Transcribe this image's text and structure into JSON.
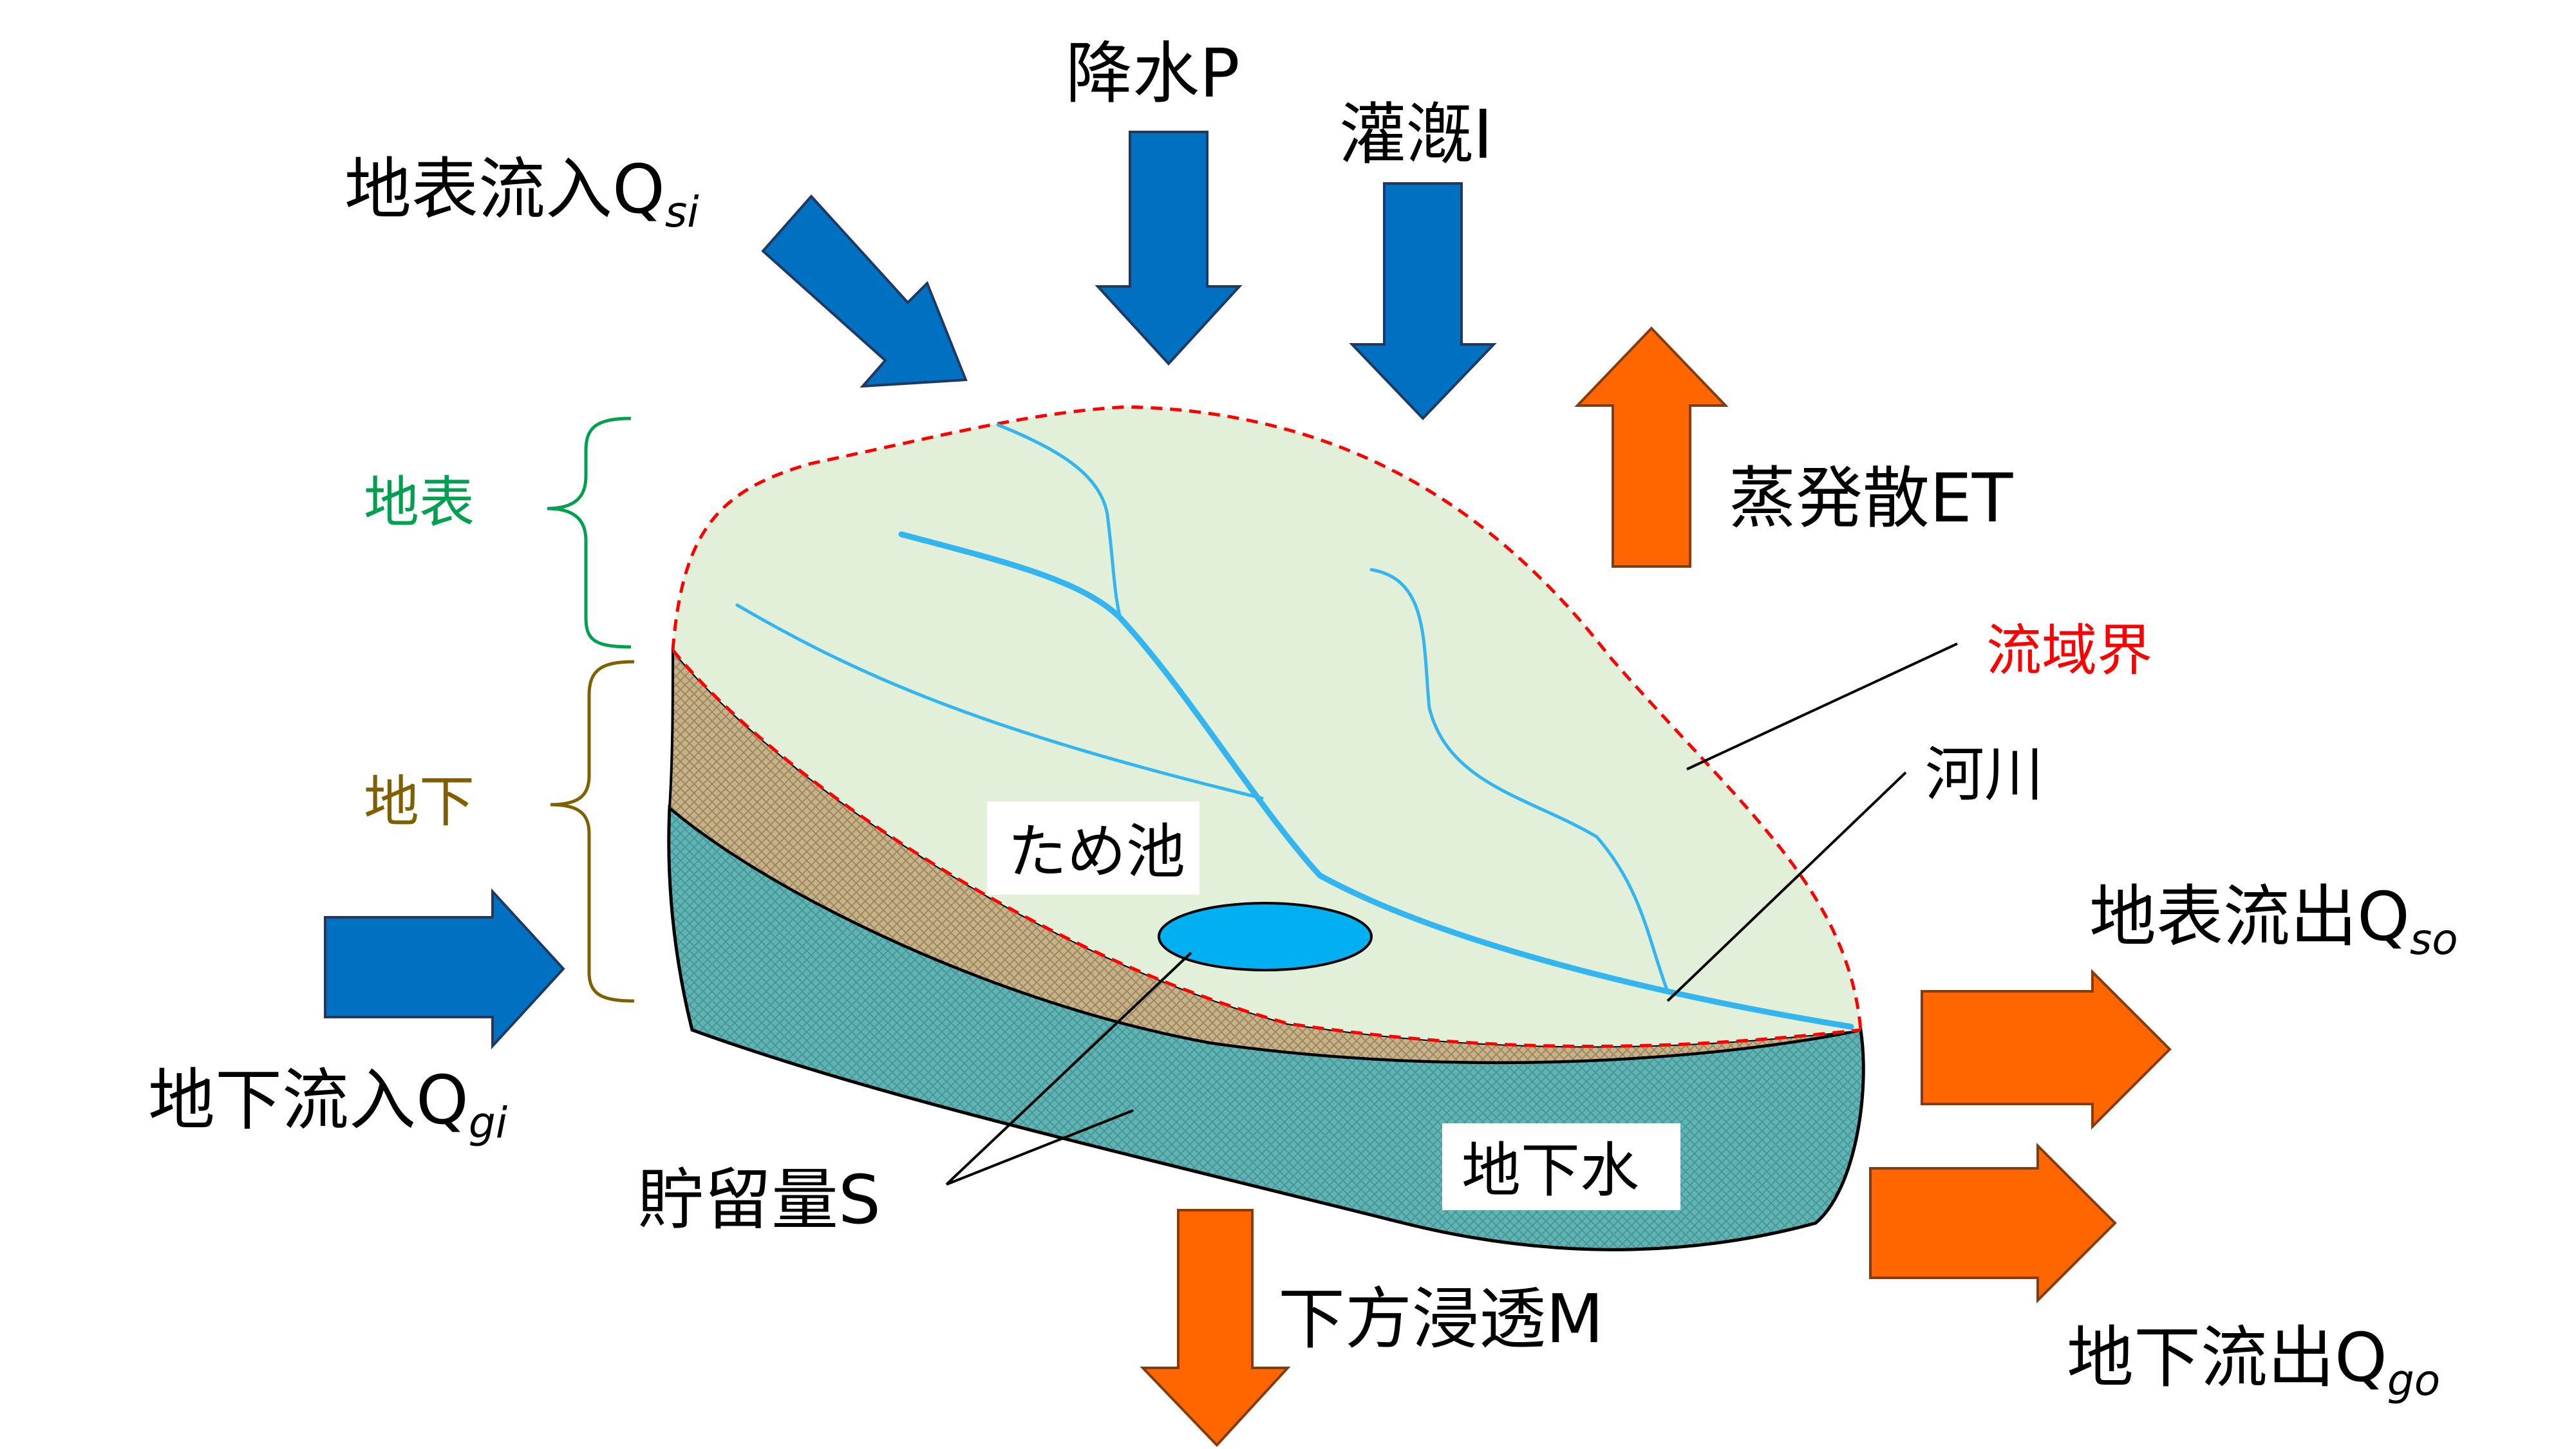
{
  "labels": {
    "surface_inflow": "地表流入Q",
    "surface_inflow_sub": "si",
    "precipitation": "降水P",
    "irrigation": "灌漑I",
    "evapotranspiration": "蒸発散ET",
    "layer_surface": "地表",
    "layer_subsurface": "地下",
    "basin_boundary": "流域界",
    "river": "河川",
    "pond": "ため池",
    "surface_outflow": "地表流出Q",
    "surface_outflow_sub": "so",
    "groundwater_inflow": "地下流入Q",
    "groundwater_inflow_sub": "gi",
    "storage": "貯留量S",
    "groundwater": "地下水",
    "percolation": "下方浸透M",
    "groundwater_outflow": "地下流出Q",
    "groundwater_outflow_sub": "go"
  },
  "colors": {
    "inflow_arrow": "#0070c0",
    "outflow_arrow": "#ff6600",
    "surface_fill": "#e2efd9",
    "soil_fill": "#c4ad85",
    "groundwater_fill": "#5fb3b3",
    "river_line": "#33b5f0",
    "pond_fill": "#00b0f0",
    "boundary_line": "#ff0000",
    "label_surface": "#00a050",
    "label_subsurface": "#7f6000",
    "label_boundary": "#ff0000"
  }
}
